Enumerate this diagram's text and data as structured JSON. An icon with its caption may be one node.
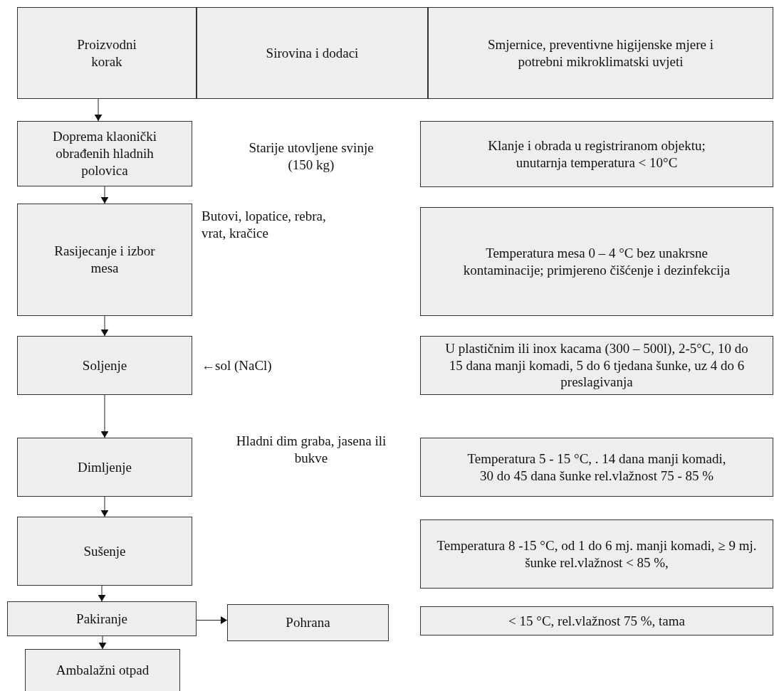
{
  "diagram": {
    "nodes": [
      {
        "text": [
          "Proizvodni korak"
        ]
      },
      {
        "text": [
          "Sirovina i dodaci"
        ]
      },
      {
        "text": [
          "Smjernice, preventivne higijenske mjere i potrebni mikroklimatski uvjeti"
        ]
      },
      {
        "text": [
          "Doprema klaonički obrađenih hladnih polovica"
        ]
      },
      {
        "text": [
          "Klanje i obrada u registriranom objektu; unutarnja temperatura < 10°C"
        ]
      },
      {
        "text": [
          "Rasijecanje i izbor mesa"
        ]
      },
      {
        "text": [
          "Temperatura mesa 0 – 4 °C bez unakrsne kontaminacije; primjereno čišćenje i dezinfekcija"
        ]
      },
      {
        "text": [
          "Soljenje"
        ]
      },
      {
        "text": [
          "U plastičnim ili inox kacama (300 – 500l), 2-5°C, 10 do 15 dana manji komadi, 5 do 6 tjedana šunke, uz 4 do 6 preslagivanja"
        ]
      },
      {
        "text": [
          "Dimljenje"
        ]
      },
      {
        "text": [
          "Temperatura 5 - 15 °C, . 14 dana manji komadi, 30 do 45 dana šunke rel.vlažnost 75 - 85 %"
        ]
      },
      {
        "text": [
          "Sušenje"
        ]
      },
      {
        "text": [
          "Temperatura 8 -15 °C, od 1 do 6 mj. manji komadi, ≥ 9 mj. šunke rel.vlažnost < 85 %,"
        ]
      },
      {
        "text": [
          "Pakiranje"
        ]
      },
      {
        "text": [
          "Pohrana"
        ]
      },
      {
        "text": [
          "< 15 °C, rel.vlažnost 75 %, tama"
        ]
      },
      {
        "text": [
          "Ambalažni otpad"
        ]
      }
    ],
    "edges": [
      {
        "from": 0,
        "to": 3,
        "arrow": "to"
      },
      {
        "from": 3,
        "to": 5,
        "arrow": "to"
      },
      {
        "from": 5,
        "to": 7,
        "arrow": "to"
      },
      {
        "from": 7,
        "to": 9,
        "arrow": "to"
      },
      {
        "from": 9,
        "to": 11,
        "arrow": "to"
      },
      {
        "from": 11,
        "to": 13,
        "arrow": "to"
      },
      {
        "from": 13,
        "to": 14,
        "arrow": "to"
      },
      {
        "from": 13,
        "to": 16,
        "arrow": "to"
      }
    ],
    "labels": [
      "Starije utovljene svinje (150 kg)",
      "Butovi, lopatice, rebra, vrat, kračice",
      "←sol (NaCl)",
      "Hladni dim graba, jasena ili bukve"
    ]
  }
}
